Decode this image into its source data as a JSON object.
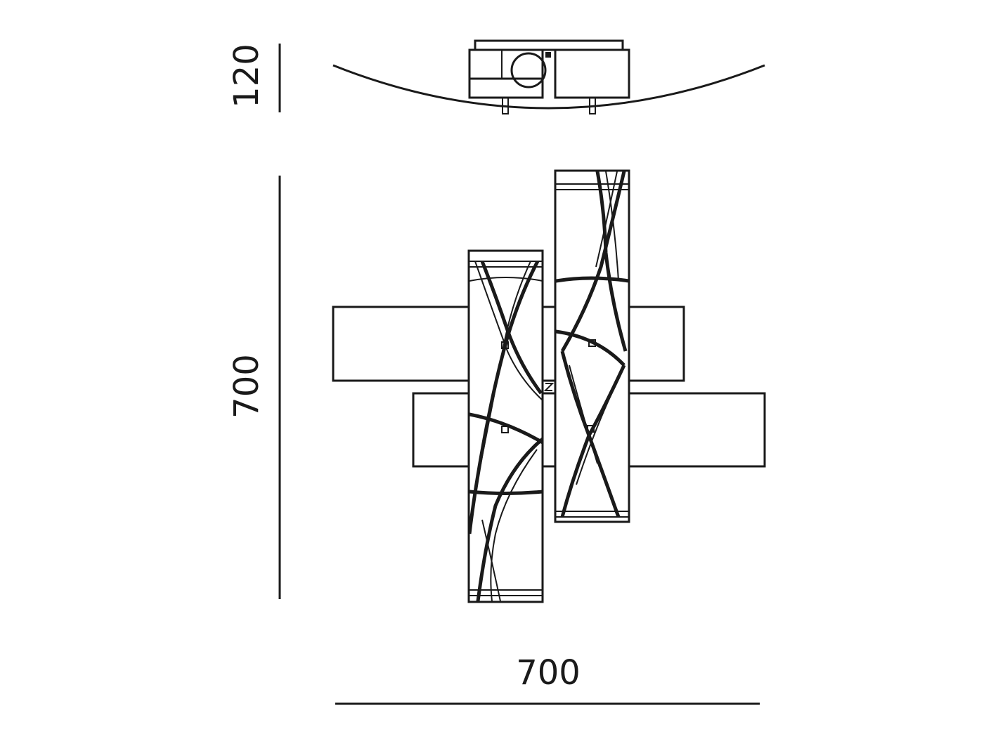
{
  "dimensions": {
    "height_side": "120",
    "height_front": "700",
    "width_front": "700"
  },
  "colors": {
    "line": "#1a1a1a",
    "background": "#ffffff"
  }
}
